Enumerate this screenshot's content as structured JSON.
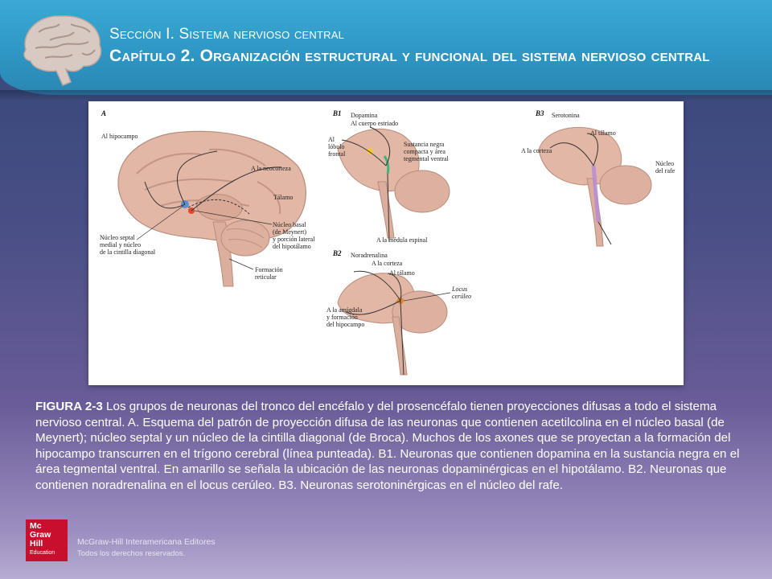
{
  "header": {
    "section": "Sección I. Sistema nervioso central",
    "chapter": "Capítulo 2. Organización estructural y funcional del sistema nervioso central"
  },
  "figure": {
    "panel_a": {
      "title": "A",
      "labels": {
        "hipocampo": "Al hipocampo",
        "neocorteza": "A la neocorteza",
        "talamo": "Tálamo",
        "septal_1": "Núcleo septal",
        "septal_2": "medial y núcleo",
        "septal_3": "de la cintilla diagonal",
        "basal_1": "Núcleo basal",
        "basal_2": "(de Meynert)",
        "basal_3": "y porción lateral",
        "basal_4": "del hipotálamo",
        "reticular_1": "Formación",
        "reticular_2": "reticular"
      }
    },
    "panel_b1": {
      "title": "B1",
      "labels": {
        "dopamina": "Dopamina",
        "estriado": "Al cuerpo estriado",
        "frontal_1": "Al",
        "frontal_2": "lóbulo",
        "frontal_3": "frontal",
        "negra_1": "Sustancia negra",
        "negra_2": "compacta y área",
        "negra_3": "tegmental ventral",
        "medula": "A la médula espinal"
      }
    },
    "panel_b3": {
      "title": "B3",
      "labels": {
        "serotonina": "Serotonina",
        "talamo": "Al tálamo",
        "corteza": "A la corteza",
        "rafe_1": "Núcleo",
        "rafe_2": "del rafe"
      }
    },
    "panel_b2": {
      "title": "B2",
      "labels": {
        "noradrenalina": "Noradrenalina",
        "corteza": "A la corteza",
        "talamo": "Al tálamo",
        "locus_1": "Locus",
        "locus_2": "cerúleo",
        "amigdala_1": "A la amígdala",
        "amigdala_2": "y formación",
        "amigdala_3": "del hipocampo"
      }
    }
  },
  "caption": {
    "label": "FIGURA 2-3",
    "text": " Los grupos de neuronas del tronco del encéfalo y del prosencéfalo tienen proyecciones difusas a todo el sistema nervioso central. A. Esquema del patrón de proyección difusa de las neuronas que contienen acetilcolina en el núcleo basal (de Meynert); núcleo septal y un núcleo de la cintilla diagonal (de Broca). Muchos de los axones que se proyectan a la formación del hipocampo transcurren en el trígono cerebral (línea punteada). B1. Neuronas que contienen dopamina en la sustancia negra en el área tegmental ventral. En amarillo se señala la ubicación de las neuronas dopaminérgicas en el hipotálamo. B2. Neuronas que contienen noradrenalina en el locus cerúleo. B3. Neuronas serotoninérgicas en el núcleo del rafe."
  },
  "footer": {
    "logo_lines": [
      "Mc",
      "Graw",
      "Hill"
    ],
    "logo_sub": "Education",
    "publisher": "McGraw-Hill Interamericana Editores",
    "rights": "Todos los derechos reservados."
  },
  "colors": {
    "header": "#2f97c4",
    "background": "#4a4f86",
    "brain": "#d8c9c2",
    "tissue": "#e2b7a6",
    "logo": "#c8102e"
  }
}
